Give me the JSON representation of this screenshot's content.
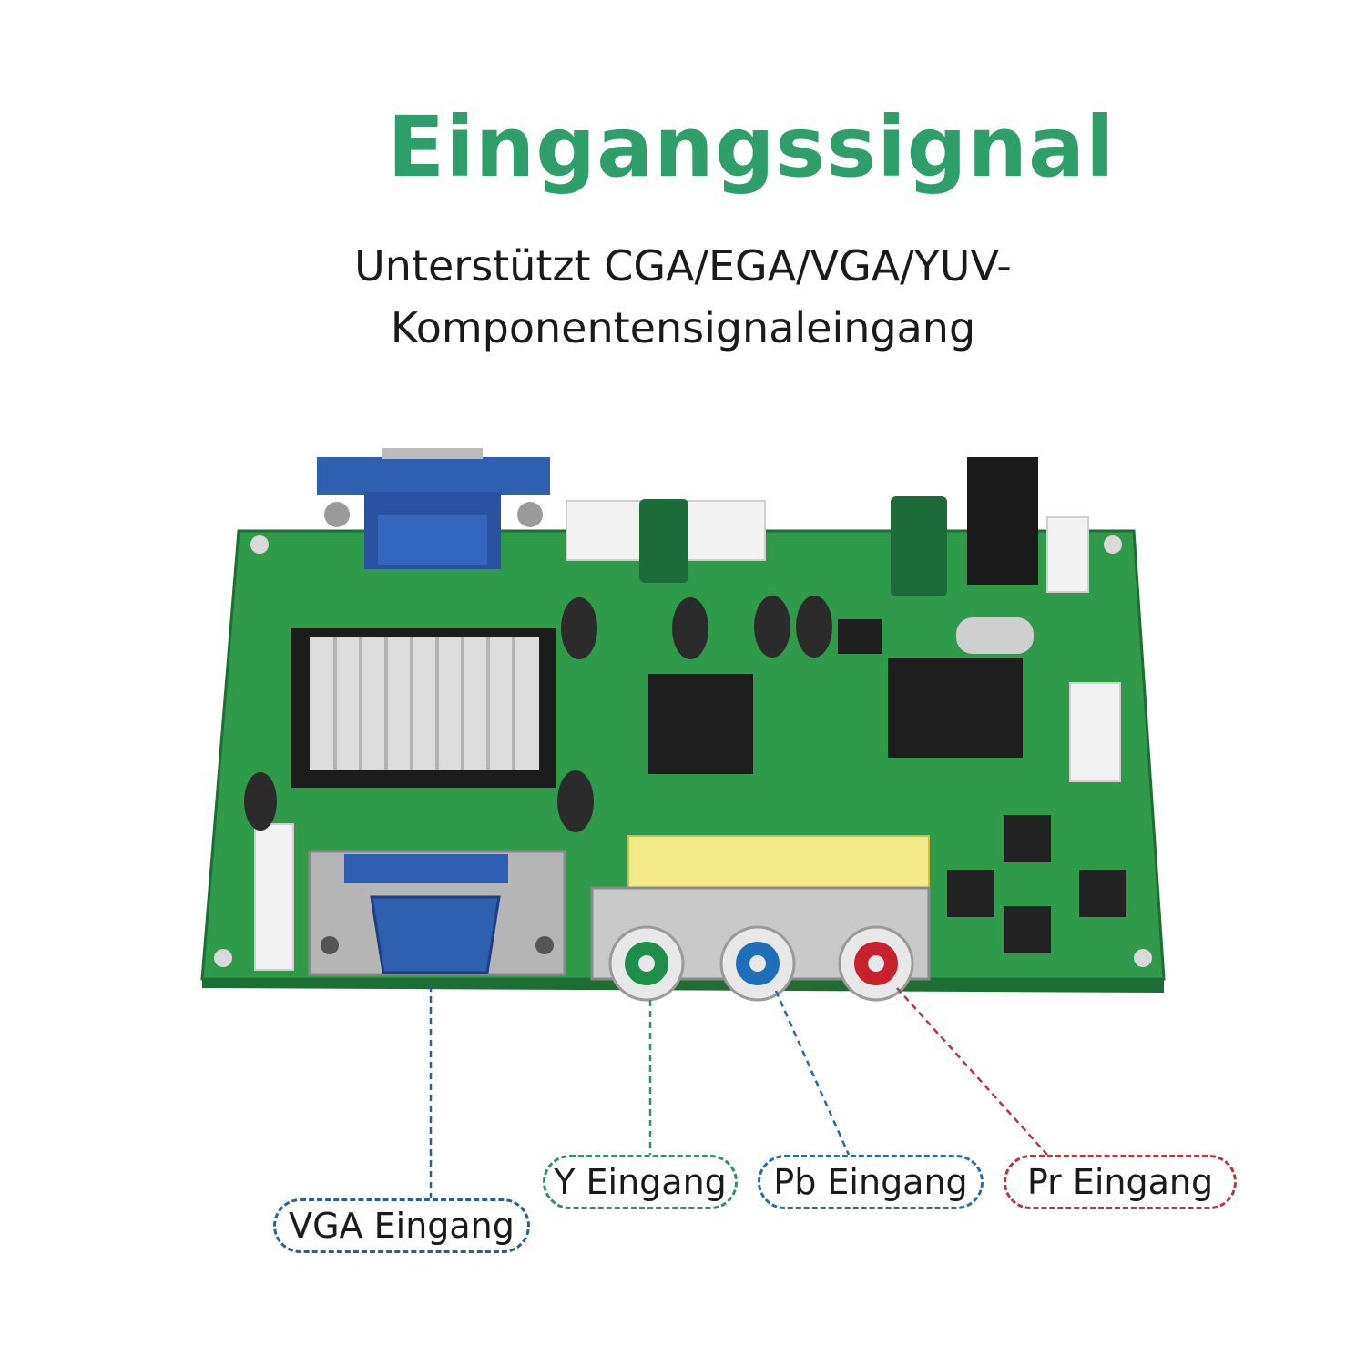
{
  "heading": "Eingangssignal",
  "subheading": {
    "line1": "Unterstützt CGA/EGA/VGA/YUV-",
    "line2": "Komponentensignaleingang"
  },
  "labels": {
    "vga": "VGA Eingang",
    "y": "Y Eingang",
    "pb": "Pb Eingang",
    "pr": "Pr Eingang"
  },
  "colors": {
    "heading": "#2e9e6b",
    "pcb": "#2f9a4a",
    "vga_connector": "#2f5fb0",
    "y_ring": "#1e8f4a",
    "pb_ring": "#1f6fb8",
    "pr_ring": "#c8202c"
  }
}
